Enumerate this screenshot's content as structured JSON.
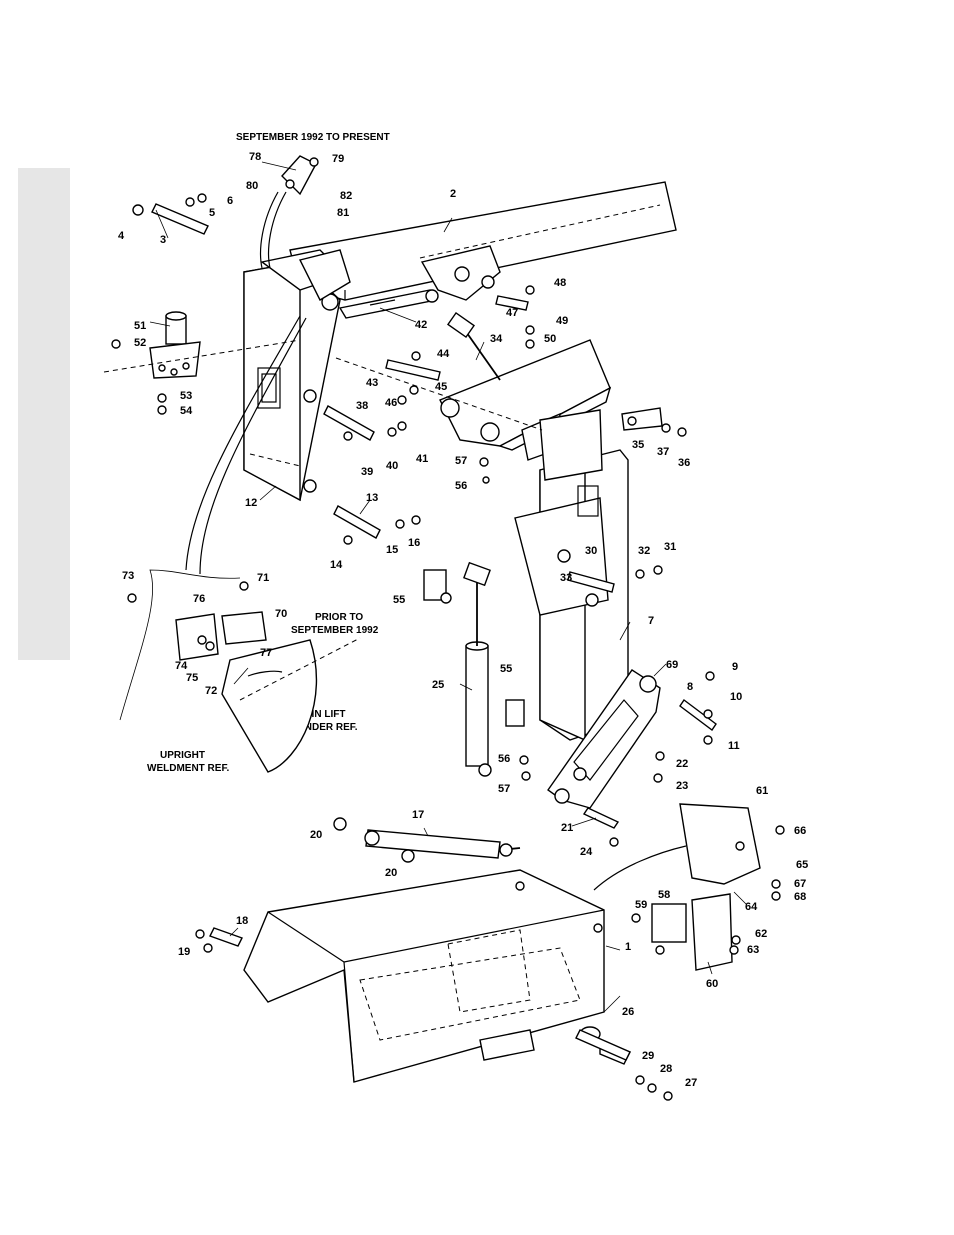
{
  "notes": {
    "september_1992": "SEPTEMBER 1992 TO PRESENT",
    "prior_line1": "PRIOR TO",
    "prior_line2": "SEPTEMBER 1992",
    "main_lift_line1": "MAIN LIFT",
    "main_lift_line2": "CYLINDER REF.",
    "upright_line1": "UPRIGHT",
    "upright_line2": "WELDMENT REF."
  },
  "callouts": [
    "78",
    "79",
    "80",
    "82",
    "81",
    "2",
    "6",
    "5",
    "4",
    "3",
    "48",
    "47",
    "49",
    "50",
    "51",
    "52",
    "42",
    "34",
    "44",
    "43",
    "45",
    "46",
    "53",
    "54",
    "38",
    "35",
    "37",
    "36",
    "40",
    "41",
    "39",
    "57",
    "56",
    "12",
    "13",
    "15",
    "16",
    "14",
    "30",
    "32",
    "31",
    "33",
    "73",
    "71",
    "76",
    "70",
    "55",
    "7",
    "74",
    "75",
    "72",
    "77",
    "69",
    "9",
    "8",
    "10",
    "25",
    "55",
    "11",
    "56",
    "22",
    "57",
    "23",
    "17",
    "61",
    "66",
    "20",
    "21",
    "24",
    "65",
    "20",
    "67",
    "68",
    "58",
    "64",
    "18",
    "59",
    "62",
    "19",
    "63",
    "1",
    "60",
    "26",
    "29",
    "28",
    "27"
  ],
  "colors": {
    "line": "#000000",
    "tab": "#e6e6e6",
    "paper": "#ffffff"
  }
}
